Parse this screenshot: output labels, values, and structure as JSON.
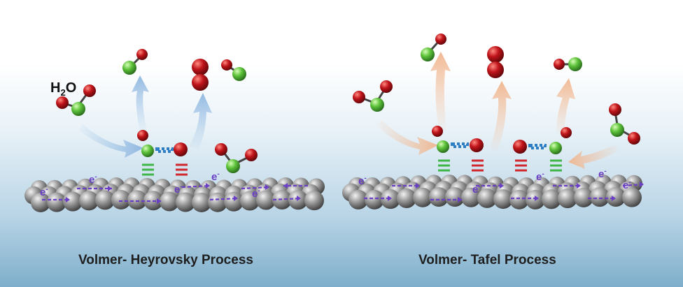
{
  "figure": {
    "labels": {
      "water": "H",
      "water_sub": "2",
      "water_tail": "O",
      "electron": "e",
      "electron_sup": "-"
    },
    "panels": [
      {
        "caption": "Volmer- Heyrovsky Process"
      },
      {
        "caption": "Volmer- Tafel Process"
      }
    ],
    "colors": {
      "oxygen": "#c0141a",
      "hydrogen": "#5dc23a",
      "carbon": "#8c8c8c",
      "electron_flow": "#6a3fc6",
      "arrow_left": "#9cc2e6",
      "arrow_right": "#f2c3a2",
      "bond_green": "#3fb54a",
      "bond_red": "#d0262e",
      "background_top": "#ffffff",
      "background_bottom": "#7eaecb"
    }
  }
}
